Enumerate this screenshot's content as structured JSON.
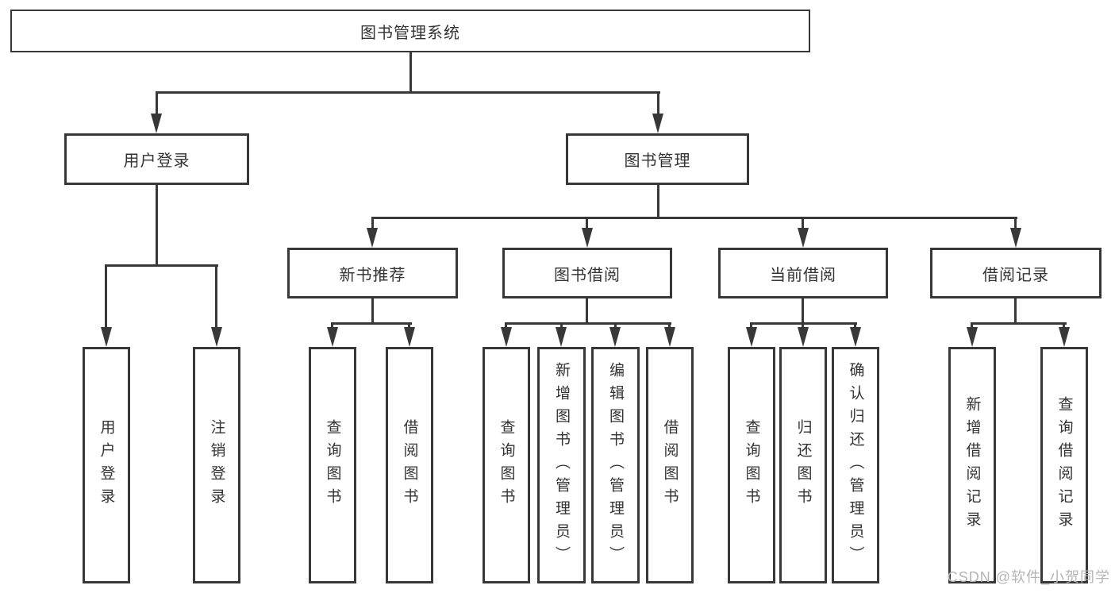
{
  "diagram_title": "图书管理系统",
  "colors": {
    "line": "#383838",
    "text": "#333333",
    "background": "#ffffff",
    "watermark": "#b5b5b5"
  },
  "nodes": {
    "root": {
      "label": "图书管理系统"
    },
    "level2": [
      {
        "label": "用户登录"
      },
      {
        "label": "图书管理"
      }
    ],
    "level3": [
      {
        "label": "新书推荐"
      },
      {
        "label": "图书借阅"
      },
      {
        "label": "当前借阅"
      },
      {
        "label": "借阅记录"
      }
    ],
    "leaves": {
      "user_login": [
        {
          "label": "用户登录"
        },
        {
          "label": "注销登录"
        }
      ],
      "new_book_recommend": [
        {
          "label": "查询图书"
        },
        {
          "label": "借阅图书"
        }
      ],
      "book_borrow": [
        {
          "label": "查询图书"
        },
        {
          "label": "新增图书（管理员）"
        },
        {
          "label": "编辑图书（管理员）"
        },
        {
          "label": "借阅图书"
        }
      ],
      "current_borrow": [
        {
          "label": "查询图书"
        },
        {
          "label": "归还图书"
        },
        {
          "label": "确认归还（管理员）"
        }
      ],
      "borrow_records": [
        {
          "label": "新增借阅记录"
        },
        {
          "label": "查询借阅记录"
        }
      ]
    }
  },
  "watermark": {
    "text": "CSDN @软件_小贺同学"
  }
}
